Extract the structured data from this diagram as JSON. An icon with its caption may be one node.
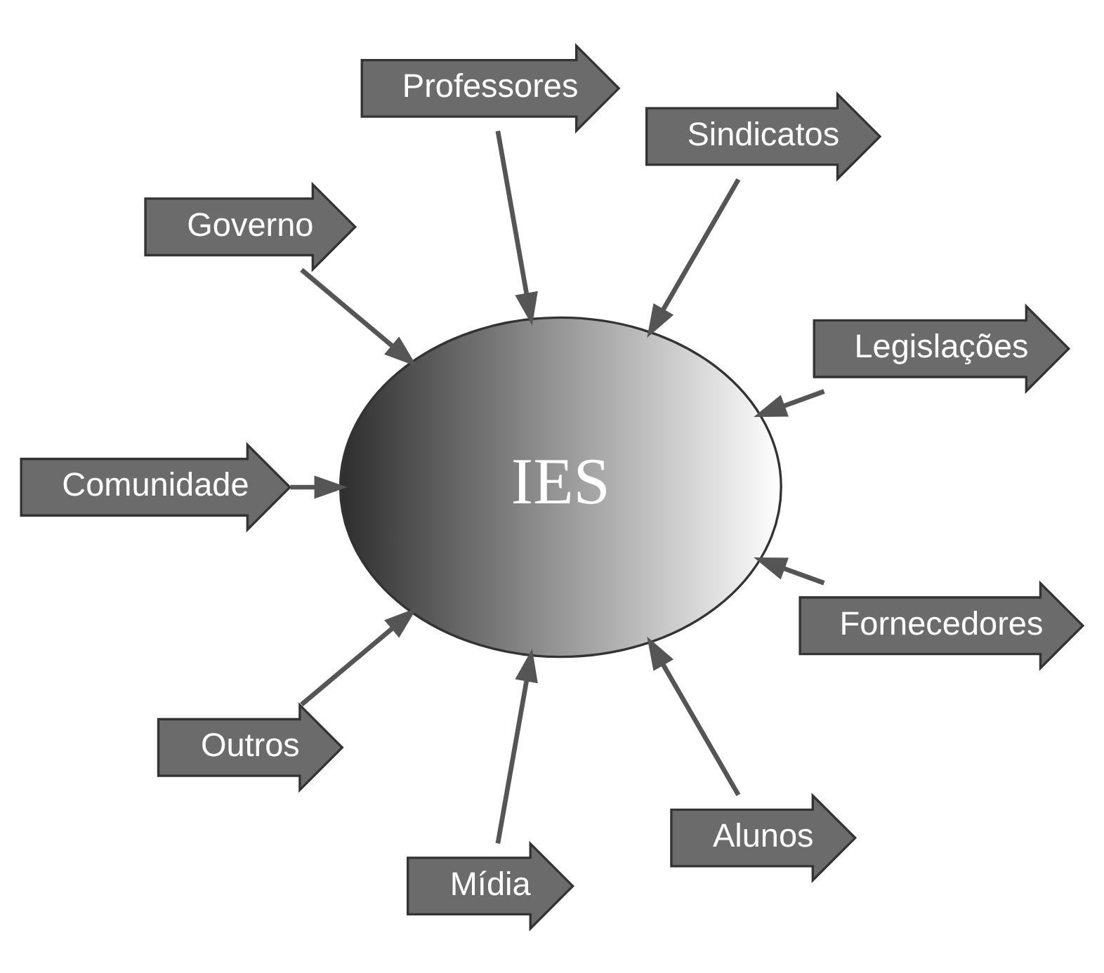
{
  "diagram": {
    "nodes": [
      {
        "text": [
          "Legislações"
        ]
      },
      {
        "text": [
          "Sindicatos"
        ]
      },
      {
        "text": [
          "Professores"
        ]
      },
      {
        "text": [
          "Governo"
        ]
      },
      {
        "text": [
          "IES"
        ]
      },
      {
        "text": [
          "Comunidade"
        ]
      },
      {
        "text": [
          "Outros"
        ]
      },
      {
        "text": [
          "Mídia"
        ]
      },
      {
        "text": [
          "Alunos"
        ]
      },
      {
        "text": [
          "Fornecedores"
        ]
      }
    ],
    "edges": [
      {
        "from": 0,
        "to": 4,
        "arrow": "to"
      },
      {
        "from": 1,
        "to": 4,
        "arrow": "to"
      },
      {
        "from": 2,
        "to": 4,
        "arrow": "to"
      },
      {
        "from": 3,
        "to": 4,
        "arrow": "to"
      },
      {
        "from": 5,
        "to": 4,
        "arrow": "to"
      },
      {
        "from": 6,
        "to": 4,
        "arrow": "to"
      },
      {
        "from": 7,
        "to": 4,
        "arrow": "to"
      },
      {
        "from": 8,
        "to": 4,
        "arrow": "to"
      },
      {
        "from": 9,
        "to": 4,
        "arrow": "to"
      }
    ]
  }
}
